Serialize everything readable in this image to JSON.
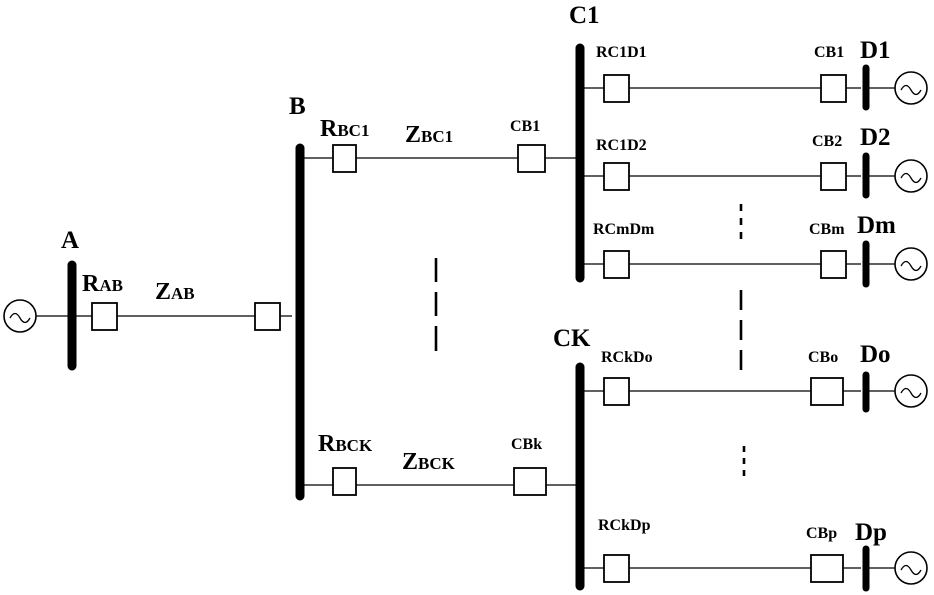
{
  "buses": {
    "a": "A",
    "b": "B",
    "c1": "C1",
    "ck": "CK",
    "d1": "D1",
    "d2": "D2",
    "dm": "Dm",
    "do": "Do",
    "dp": "Dp"
  },
  "line_labels": {
    "r_ab_main": "R",
    "r_ab_sub": "AB",
    "z_ab_main": "Z",
    "z_ab_sub": "AB",
    "r_bc1_main": "R",
    "r_bc1_sub": "BC1",
    "z_bc1_main": "Z",
    "z_bc1_sub": "BC1",
    "r_bck_main": "R",
    "r_bck_sub": "BCK",
    "z_bck_main": "Z",
    "z_bck_sub": "BCK"
  },
  "breaker_labels": {
    "cb1_c1": "CB1",
    "cbk_ck": "CBk",
    "rc1d1": "RC1D1",
    "rc1d2": "RC1D2",
    "rcmdm": "RCmDm",
    "rckdo": "RCkDo",
    "rckdp": "RCkDp",
    "cb1_d1": "CB1",
    "cb2_d2": "CB2",
    "cbm_dm": "CBm",
    "cbo_do": "CBo",
    "cbp_dp": "CBp"
  },
  "colors": {
    "stroke": "#000000",
    "background": "#ffffff"
  }
}
